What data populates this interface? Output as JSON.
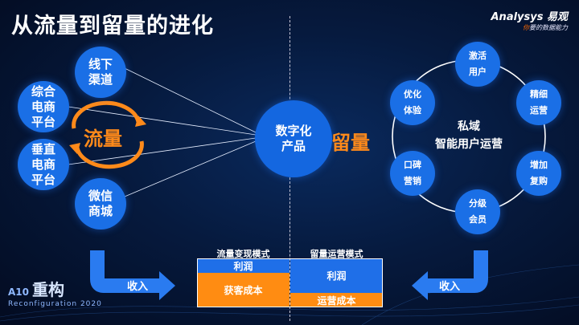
{
  "header": {
    "title": "从流量到留量的进化",
    "brand_logo": "Analysys 易观",
    "brand_tag_highlight": "你",
    "brand_tag_rest": "要的数据能力"
  },
  "left": {
    "nodes": [
      {
        "label": "线下\n渠道"
      },
      {
        "label": "综合\n电商\n平台"
      },
      {
        "label": "垂直\n电商\n平台"
      },
      {
        "label": "微信\n商城"
      }
    ],
    "flow_label": "流量",
    "income_label": "收入"
  },
  "center": {
    "label": "数字化\n产品",
    "retain_label": "留量"
  },
  "right": {
    "ring_center_label": "私域\n智能用户运营",
    "nodes": [
      {
        "label": "激活\n用户"
      },
      {
        "label": "精细\n运营"
      },
      {
        "label": "增加\n复购"
      },
      {
        "label": "分级\n会员"
      },
      {
        "label": "口碑\n营销"
      },
      {
        "label": "优化\n体验"
      }
    ],
    "income_label": "收入"
  },
  "models": {
    "traffic": {
      "title": "流量变现模式",
      "profit": "利润",
      "cost": "获客成本"
    },
    "retention": {
      "title": "留量运营模式",
      "profit": "利润",
      "cost": "运营成本"
    }
  },
  "footer": {
    "logo_main": "重构",
    "logo_sub": "Reconfiguration 2020",
    "logo_prefix": "A10"
  },
  "colors": {
    "node_blue": "#1a6fe6",
    "orange": "#ff8a1a",
    "box_blue": "#1f6fe8",
    "box_orange": "#ff8c12"
  }
}
